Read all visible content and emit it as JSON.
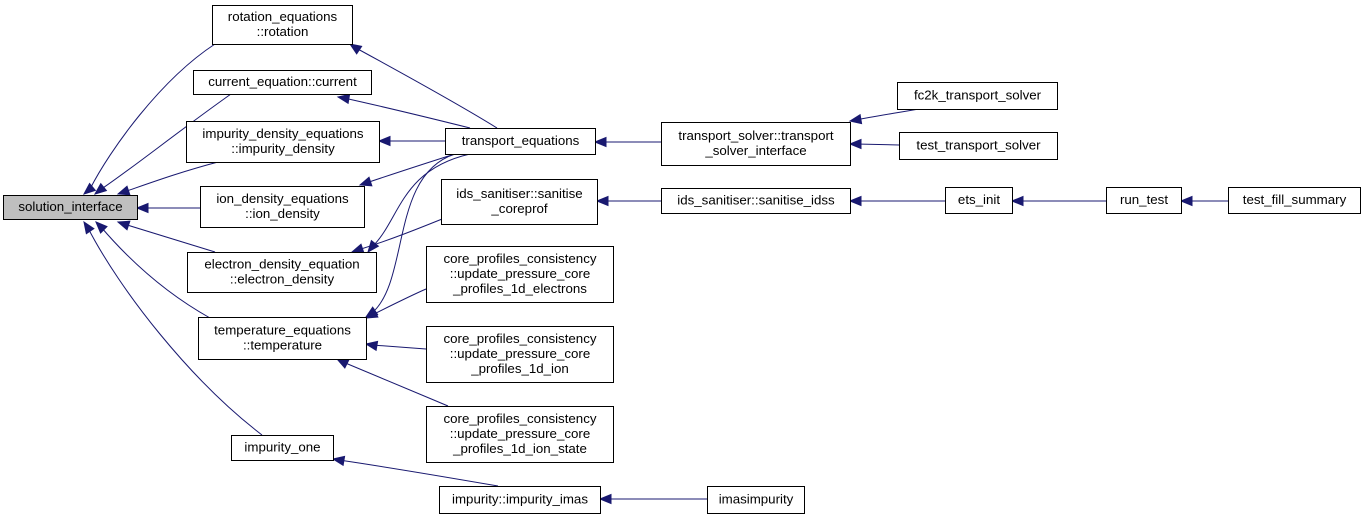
{
  "nodes": [
    {
      "id": "solution_interface",
      "lines": [
        "solution_interface"
      ],
      "root": true
    },
    {
      "id": "rotation",
      "lines": [
        "rotation_equations",
        "::rotation"
      ]
    },
    {
      "id": "current",
      "lines": [
        "current_equation::current"
      ]
    },
    {
      "id": "impurity_density",
      "lines": [
        "impurity_density_equations",
        "::impurity_density"
      ]
    },
    {
      "id": "ion_density",
      "lines": [
        "ion_density_equations",
        "::ion_density"
      ]
    },
    {
      "id": "electron_density",
      "lines": [
        "electron_density_equation",
        "::electron_density"
      ]
    },
    {
      "id": "temperature",
      "lines": [
        "temperature_equations",
        "::temperature"
      ]
    },
    {
      "id": "impurity_one",
      "lines": [
        "impurity_one"
      ]
    },
    {
      "id": "transport_equations",
      "lines": [
        "transport_equations"
      ]
    },
    {
      "id": "sanitise_coreprof",
      "lines": [
        "ids_sanitiser::sanitise",
        "_coreprof"
      ]
    },
    {
      "id": "upc_electrons",
      "lines": [
        "core_profiles_consistency",
        "::update_pressure_core",
        "_profiles_1d_electrons"
      ]
    },
    {
      "id": "upc_ion",
      "lines": [
        "core_profiles_consistency",
        "::update_pressure_core",
        "_profiles_1d_ion"
      ]
    },
    {
      "id": "upc_ion_state",
      "lines": [
        "core_profiles_consistency",
        "::update_pressure_core",
        "_profiles_1d_ion_state"
      ]
    },
    {
      "id": "impurity_imas",
      "lines": [
        "impurity::impurity_imas"
      ]
    },
    {
      "id": "transport_solver_interface",
      "lines": [
        "transport_solver::transport",
        "_solver_interface"
      ]
    },
    {
      "id": "sanitise_idss",
      "lines": [
        "ids_sanitiser::sanitise_idss"
      ]
    },
    {
      "id": "imasimpurity",
      "lines": [
        "imasimpurity"
      ]
    },
    {
      "id": "fc2k_transport_solver",
      "lines": [
        "fc2k_transport_solver"
      ]
    },
    {
      "id": "test_transport_solver",
      "lines": [
        "test_transport_solver"
      ]
    },
    {
      "id": "ets_init",
      "lines": [
        "ets_init"
      ]
    },
    {
      "id": "run_test",
      "lines": [
        "run_test"
      ]
    },
    {
      "id": "test_fill_summary",
      "lines": [
        "test_fill_summary"
      ]
    }
  ],
  "edges": [
    {
      "from": "rotation",
      "to": "solution_interface"
    },
    {
      "from": "current",
      "to": "solution_interface"
    },
    {
      "from": "impurity_density",
      "to": "solution_interface"
    },
    {
      "from": "ion_density",
      "to": "solution_interface"
    },
    {
      "from": "electron_density",
      "to": "solution_interface"
    },
    {
      "from": "temperature",
      "to": "solution_interface"
    },
    {
      "from": "impurity_one",
      "to": "solution_interface"
    },
    {
      "from": "transport_equations",
      "to": "rotation"
    },
    {
      "from": "transport_equations",
      "to": "current"
    },
    {
      "from": "transport_equations",
      "to": "impurity_density"
    },
    {
      "from": "transport_equations",
      "to": "ion_density"
    },
    {
      "from": "transport_equations",
      "to": "electron_density"
    },
    {
      "from": "transport_equations",
      "to": "temperature"
    },
    {
      "from": "sanitise_coreprof",
      "to": "electron_density"
    },
    {
      "from": "upc_electrons",
      "to": "temperature"
    },
    {
      "from": "upc_ion",
      "to": "temperature"
    },
    {
      "from": "upc_ion_state",
      "to": "temperature"
    },
    {
      "from": "impurity_imas",
      "to": "impurity_one"
    },
    {
      "from": "transport_solver_interface",
      "to": "transport_equations"
    },
    {
      "from": "sanitise_idss",
      "to": "sanitise_coreprof"
    },
    {
      "from": "imasimpurity",
      "to": "impurity_imas"
    },
    {
      "from": "fc2k_transport_solver",
      "to": "transport_solver_interface"
    },
    {
      "from": "test_transport_solver",
      "to": "transport_solver_interface"
    },
    {
      "from": "ets_init",
      "to": "sanitise_idss"
    },
    {
      "from": "run_test",
      "to": "ets_init"
    },
    {
      "from": "test_fill_summary",
      "to": "run_test"
    }
  ]
}
